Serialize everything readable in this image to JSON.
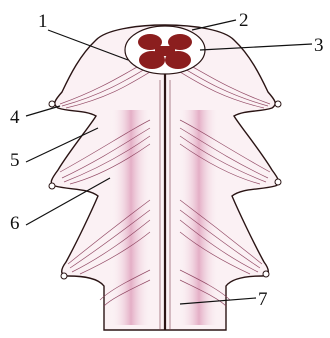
{
  "labels": [
    "1",
    "2",
    "3",
    "4",
    "5",
    "6",
    "7"
  ],
  "colors": {
    "outline": "#2a1414",
    "tissue_fill": "#fbf1f4",
    "nerve_pink": "#c77a99",
    "band_pink": "#d98fb0",
    "grey_matter": "#8b1e1e",
    "leader_line": "#111111"
  }
}
